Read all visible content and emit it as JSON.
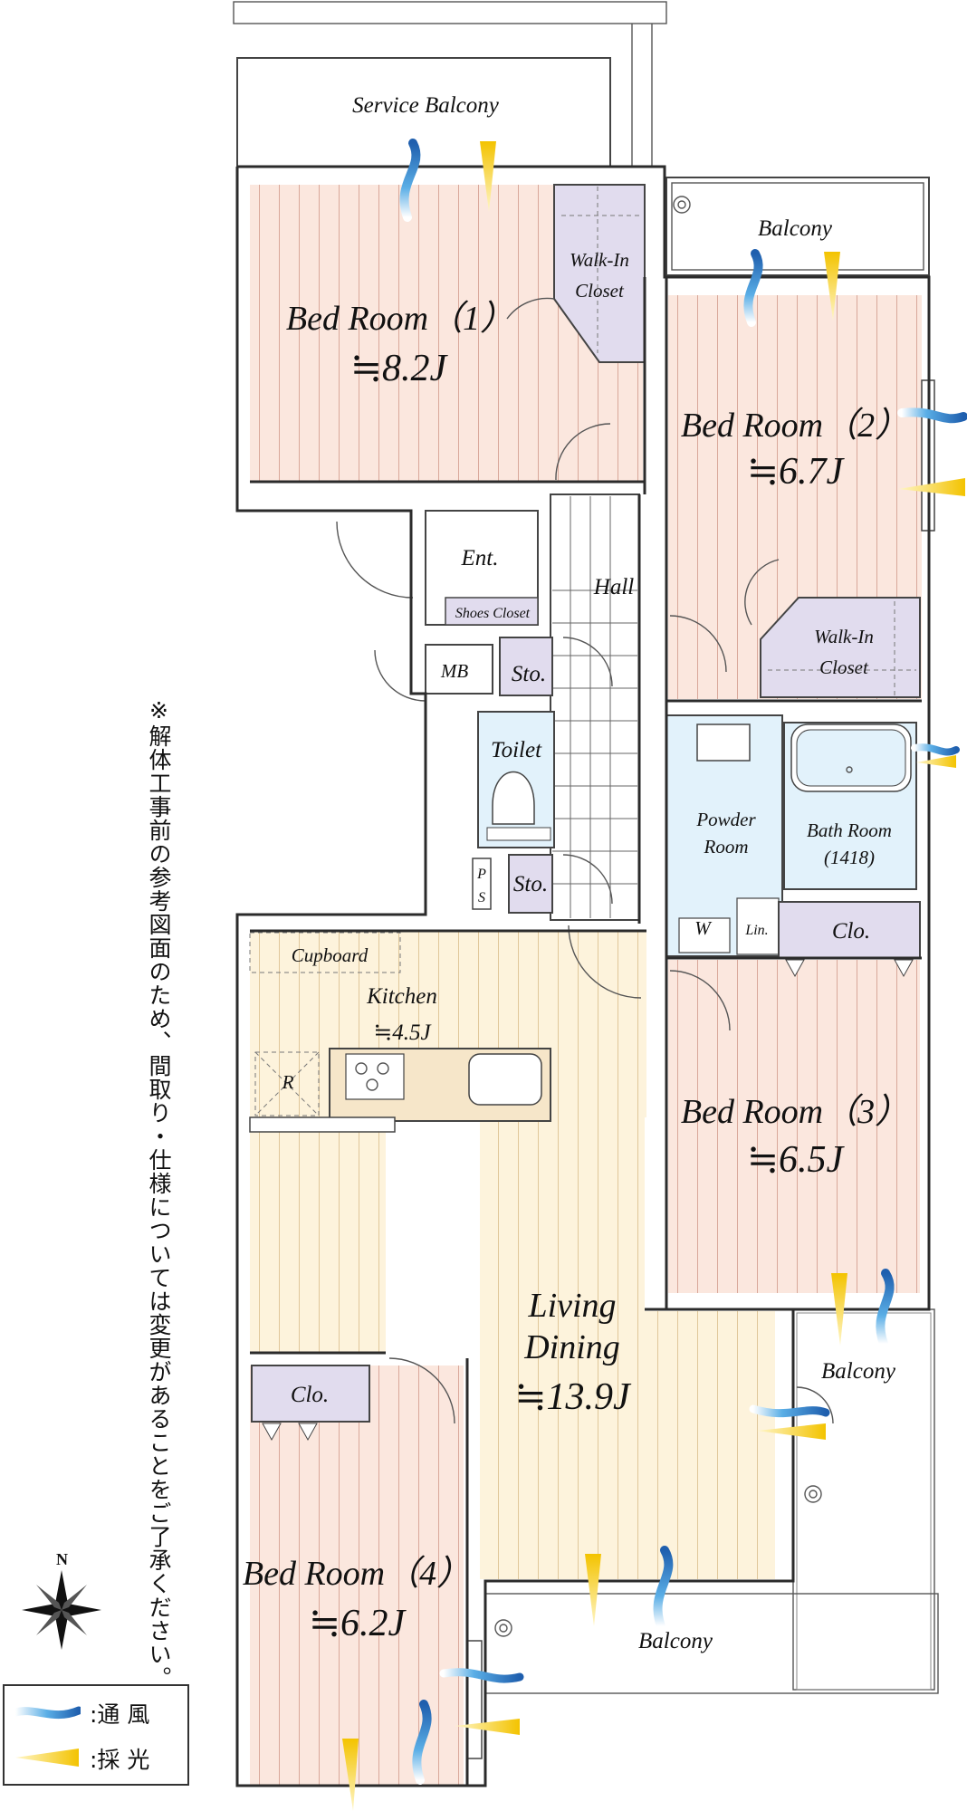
{
  "rooms": {
    "service_balcony": "Service Balcony",
    "bed1_name": "Bed Room（1）",
    "bed1_area": "≒8.2J",
    "walkin1": [
      "Walk-In",
      "Closet"
    ],
    "balcony_top": "Balcony",
    "bed2_name": "Bed Room（2）",
    "bed2_area": "≒6.7J",
    "ent": "Ent.",
    "shoes_closet": "Shoes Closet",
    "hall": "Hall",
    "walkin2": [
      "Walk-In",
      "Closet"
    ],
    "mb": "MB",
    "sto1": "Sto.",
    "toilet": "Toilet",
    "powder_room": [
      "Powder",
      "Room"
    ],
    "bath_room": [
      "Bath Room",
      "(1418)"
    ],
    "ps": [
      "P",
      "S"
    ],
    "sto2": "Sto.",
    "w": "W",
    "lin": "Lin.",
    "clo_right": "Clo.",
    "cupboard": "Cupboard",
    "kitchen_name": "Kitchen",
    "kitchen_area": "≒4.5J",
    "r": "R",
    "bed3_name": "Bed Room（3）",
    "bed3_area": "≒6.5J",
    "living_dining": [
      "Living",
      "Dining"
    ],
    "living_area": "≒13.9J",
    "balcony_right": "Balcony",
    "clo_left": "Clo.",
    "bed4_name": "Bed Room（4）",
    "bed4_area": "≒6.2J",
    "balcony_bottom": "Balcony"
  },
  "note": "※解体工事前の参考図面のため、間取り・仕様については変更があることをご了承ください。",
  "compass": {
    "north_label": "N"
  },
  "legend": {
    "wind": ":通 風",
    "light": ":採 光"
  },
  "colors": {
    "bedroom_floor": "#fbe7de",
    "living_floor": "#fdf3dc",
    "closet": "#e1dcee",
    "wet_area": "#e2f2fb",
    "wind_arrow": "#3f8fd6",
    "light_arrow": "#f4c81c"
  }
}
